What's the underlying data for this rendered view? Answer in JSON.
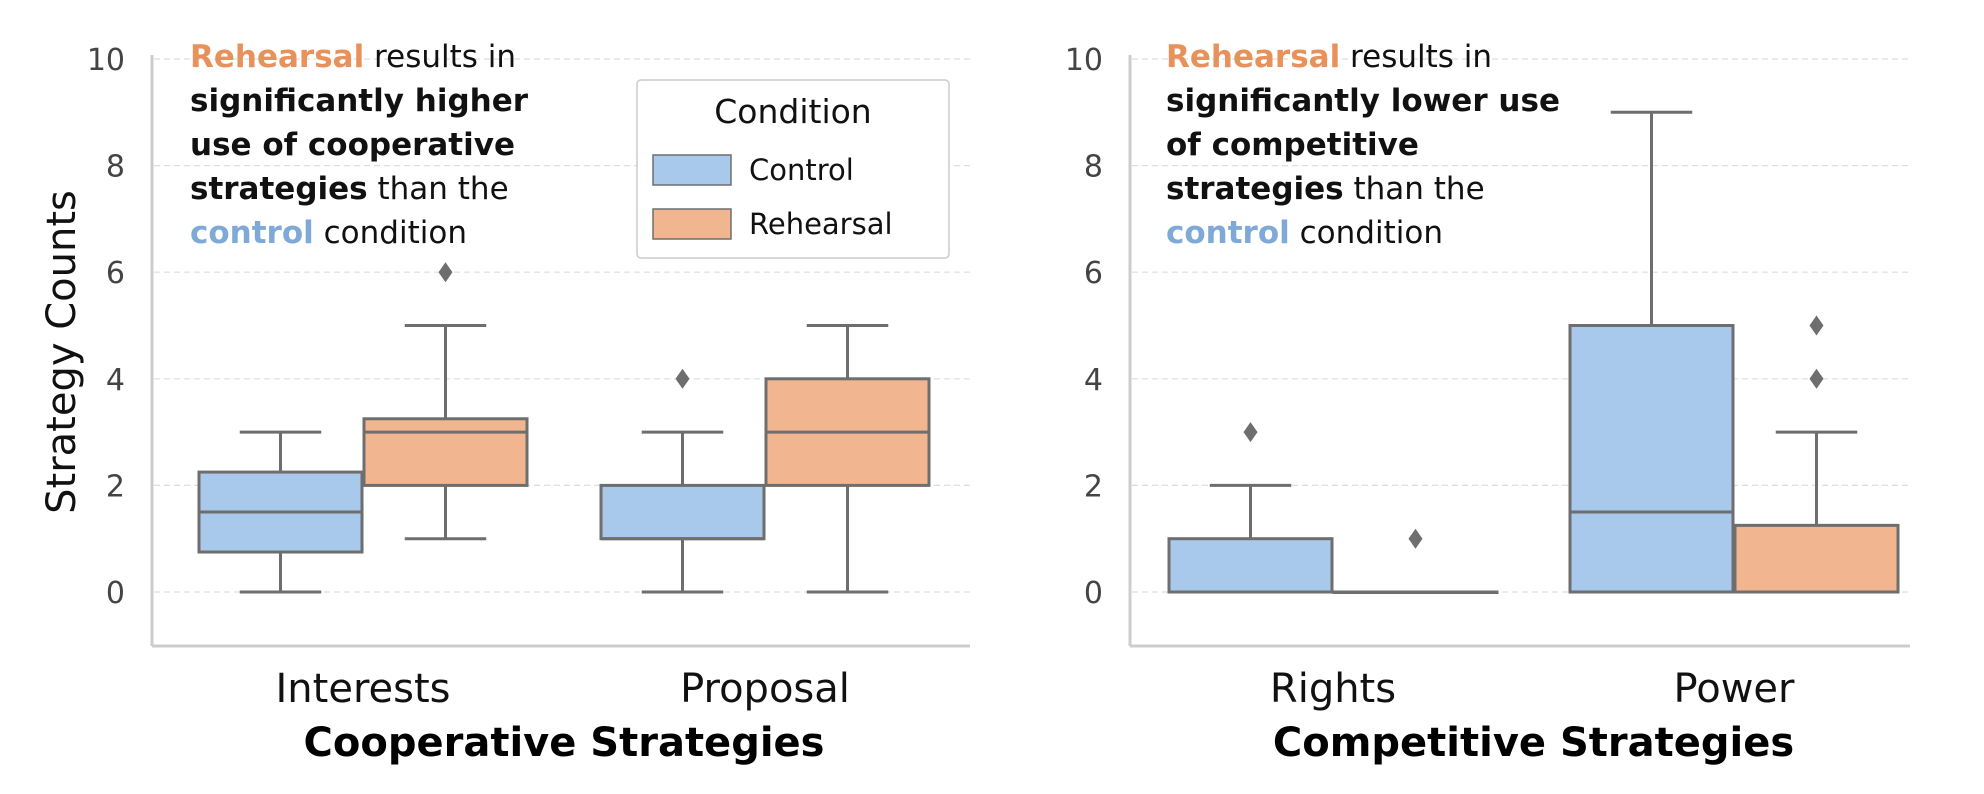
{
  "chart_data": [
    {
      "type": "box",
      "xlabel": "Cooperative Strategies",
      "ylabel": "Strategy Counts",
      "ylim": [
        -1,
        10
      ],
      "yticks": [
        "0",
        "2",
        "4",
        "6",
        "8",
        "10"
      ],
      "grid": true,
      "categories": [
        "Interests",
        "Proposal"
      ],
      "series": [
        {
          "name": "Control",
          "color": "#a8c8ec",
          "boxes": [
            {
              "q1": 0.75,
              "median": 1.5,
              "q3": 2.25,
              "whisker_low": 0,
              "whisker_high": 3,
              "outliers": []
            },
            {
              "q1": 1,
              "median": 1,
              "q3": 2,
              "whisker_low": 0,
              "whisker_high": 3,
              "outliers": [
                4
              ]
            }
          ]
        },
        {
          "name": "Rehearsal",
          "color": "#f1b68f",
          "boxes": [
            {
              "q1": 2,
              "median": 3,
              "q3": 3.25,
              "whisker_low": 1,
              "whisker_high": 5,
              "outliers": [
                6
              ]
            },
            {
              "q1": 2,
              "median": 3,
              "q3": 4,
              "whisker_low": 0,
              "whisker_high": 5,
              "outliers": []
            }
          ]
        }
      ],
      "annotation": {
        "lines": [
          [
            {
              "t": "Rehearsal",
              "style": "orange"
            },
            {
              "t": " results in",
              "style": "normal"
            }
          ],
          [
            {
              "t": "significantly higher",
              "style": "bold"
            }
          ],
          [
            {
              "t": "use of cooperative",
              "style": "bold"
            }
          ],
          [
            {
              "t": "strategies",
              "style": "bold"
            },
            {
              "t": " than the",
              "style": "normal"
            }
          ],
          [
            {
              "t": "control",
              "style": "blue"
            },
            {
              "t": " condition",
              "style": "normal"
            }
          ]
        ]
      },
      "legend": {
        "title": "Condition",
        "position": "upper-right",
        "entries": [
          "Control",
          "Rehearsal"
        ]
      }
    },
    {
      "type": "box",
      "xlabel": "Competitive Strategies",
      "ylabel": "",
      "ylim": [
        -1,
        10
      ],
      "yticks": [
        "0",
        "2",
        "4",
        "6",
        "8",
        "10"
      ],
      "grid": true,
      "categories": [
        "Rights",
        "Power"
      ],
      "series": [
        {
          "name": "Control",
          "color": "#a8c8ec",
          "boxes": [
            {
              "q1": 0,
              "median": 0,
              "q3": 1,
              "whisker_low": 0,
              "whisker_high": 2,
              "outliers": [
                3
              ]
            },
            {
              "q1": 0,
              "median": 1.5,
              "q3": 5,
              "whisker_low": 0,
              "whisker_high": 9,
              "outliers": []
            }
          ]
        },
        {
          "name": "Rehearsal",
          "color": "#f1b68f",
          "boxes": [
            {
              "q1": 0,
              "median": 0,
              "q3": 0,
              "whisker_low": 0,
              "whisker_high": 0,
              "outliers": [
                1
              ]
            },
            {
              "q1": 0,
              "median": 0,
              "q3": 1.25,
              "whisker_low": 0,
              "whisker_high": 3,
              "outliers": [
                4,
                5
              ]
            }
          ]
        }
      ],
      "annotation": {
        "lines": [
          [
            {
              "t": "Rehearsal",
              "style": "orange"
            },
            {
              "t": " results in",
              "style": "normal"
            }
          ],
          [
            {
              "t": "significantly lower use",
              "style": "bold"
            }
          ],
          [
            {
              "t": "of competitive",
              "style": "bold"
            }
          ],
          [
            {
              "t": "strategies",
              "style": "bold"
            },
            {
              "t": " than the",
              "style": "normal"
            }
          ],
          [
            {
              "t": "control",
              "style": "blue"
            },
            {
              "t": " condition",
              "style": "normal"
            }
          ]
        ]
      }
    }
  ],
  "style": {
    "box_edge": "#6e6e6e",
    "axis_color": "#cccccc",
    "grid_color": "#dddddd",
    "annot_orange": "#e8915a",
    "annot_blue": "#7fa9d6"
  }
}
